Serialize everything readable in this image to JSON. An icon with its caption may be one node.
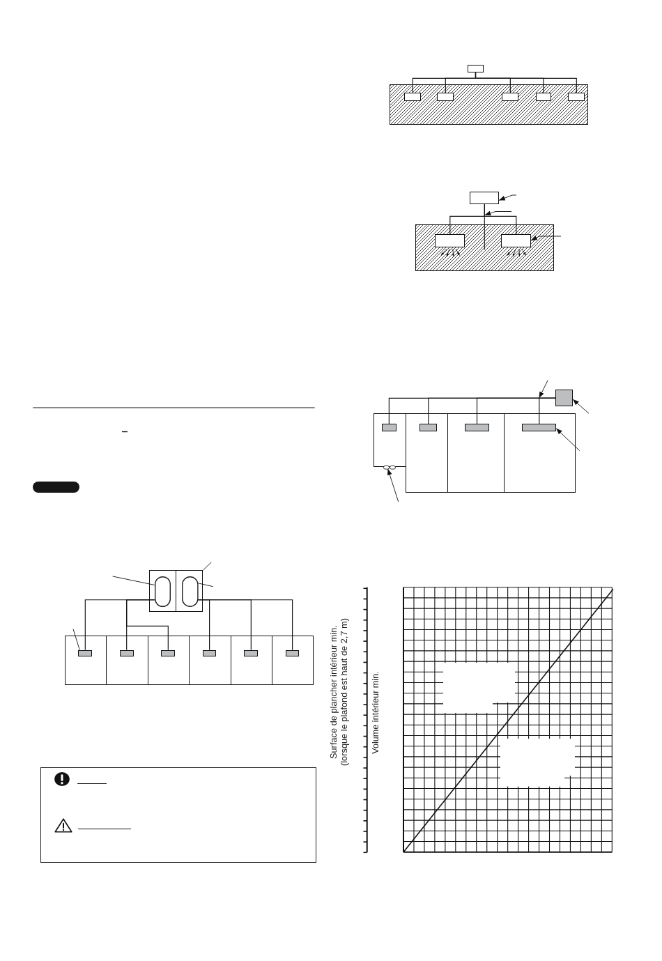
{
  "diagram": {
    "nodes": [
      {
        "text": [],
        "shape": "box"
      },
      {
        "text": [],
        "shape": "oval",
        "in": 0
      },
      {
        "text": [],
        "shape": "oval",
        "in": 0
      },
      {
        "text": [],
        "shape": "box"
      },
      {
        "text": [],
        "shape": "box"
      },
      {
        "text": [],
        "shape": "box"
      },
      {
        "text": [],
        "shape": "box"
      },
      {
        "text": [],
        "shape": "box"
      },
      {
        "text": [],
        "shape": "box"
      },
      {
        "text": [],
        "shape": "box",
        "in": 3
      },
      {
        "text": [],
        "shape": "box",
        "in": 4
      },
      {
        "text": [],
        "shape": "box",
        "in": 5
      },
      {
        "text": [],
        "shape": "box",
        "in": 6
      },
      {
        "text": [],
        "shape": "box",
        "in": 7
      },
      {
        "text": [],
        "shape": "box",
        "in": 8
      },
      {
        "text": [],
        "shape": "box"
      },
      {
        "text": [],
        "shape": "box"
      },
      {
        "text": [],
        "shape": "box",
        "in": 16
      },
      {
        "text": [],
        "shape": "box",
        "in": 16
      },
      {
        "text": [],
        "shape": "box",
        "in": 16
      },
      {
        "text": [],
        "shape": "box",
        "in": 16
      },
      {
        "text": [],
        "shape": "box",
        "in": 16
      },
      {
        "text": [],
        "shape": "box"
      },
      {
        "text": [],
        "shape": "box"
      },
      {
        "text": [],
        "shape": "box",
        "in": 23
      },
      {
        "text": [],
        "shape": "box",
        "in": 23
      },
      {
        "text": [],
        "shape": "box"
      },
      {
        "text": [],
        "shape": "box"
      },
      {
        "text": [],
        "shape": "box"
      },
      {
        "text": [],
        "shape": "box"
      },
      {
        "text": [],
        "shape": "box"
      },
      {
        "text": [],
        "shape": "box",
        "in": 27
      },
      {
        "text": [],
        "shape": "box",
        "in": 28
      },
      {
        "text": [],
        "shape": "box",
        "in": 29
      },
      {
        "text": [],
        "shape": "box",
        "in": 30
      },
      {
        "text": [],
        "shape": "oval"
      },
      {
        "text": [],
        "shape": "bar"
      },
      {
        "text": [],
        "shape": "bar"
      }
    ],
    "edges": [
      {
        "from": 1,
        "to": 9,
        "arrow": "none"
      },
      {
        "from": 1,
        "to": 10,
        "arrow": "none"
      },
      {
        "from": 1,
        "to": 11,
        "arrow": "none"
      },
      {
        "from": 2,
        "to": 12,
        "arrow": "none"
      },
      {
        "from": 2,
        "to": 13,
        "arrow": "none"
      },
      {
        "from": 2,
        "to": 14,
        "arrow": "none"
      },
      {
        "from": null,
        "to": 1,
        "arrow": "none"
      },
      {
        "from": null,
        "to": 0,
        "arrow": "none"
      },
      {
        "from": null,
        "to": 2,
        "arrow": "none"
      },
      {
        "from": null,
        "to": 9,
        "arrow": "none"
      },
      {
        "from": 15,
        "to": 17,
        "arrow": "none"
      },
      {
        "from": 15,
        "to": 18,
        "arrow": "none"
      },
      {
        "from": 15,
        "to": 19,
        "arrow": "none"
      },
      {
        "from": 15,
        "to": 20,
        "arrow": "none"
      },
      {
        "from": 15,
        "to": 21,
        "arrow": "none"
      },
      {
        "from": 22,
        "to": 24,
        "arrow": "none"
      },
      {
        "from": 22,
        "to": 25,
        "arrow": "none"
      },
      {
        "from": null,
        "to": 22,
        "arrow": "to"
      },
      {
        "from": null,
        "to": 36,
        "arrow": "to"
      },
      {
        "from": null,
        "to": 25,
        "arrow": "to"
      },
      {
        "from": 26,
        "to": 31,
        "arrow": "none"
      },
      {
        "from": 26,
        "to": 32,
        "arrow": "none"
      },
      {
        "from": 26,
        "to": 33,
        "arrow": "none"
      },
      {
        "from": 26,
        "to": 34,
        "arrow": "none"
      },
      {
        "from": null,
        "to": 37,
        "arrow": "to"
      },
      {
        "from": null,
        "to": 26,
        "arrow": "to"
      },
      {
        "from": null,
        "to": 34,
        "arrow": "to"
      },
      {
        "from": null,
        "to": 35,
        "arrow": "to"
      }
    ],
    "labels": [
      "Surface de plancher intérieur min. (lorsque le plafond est haut de 2,7 m)",
      "Volume intérieur min."
    ]
  }
}
